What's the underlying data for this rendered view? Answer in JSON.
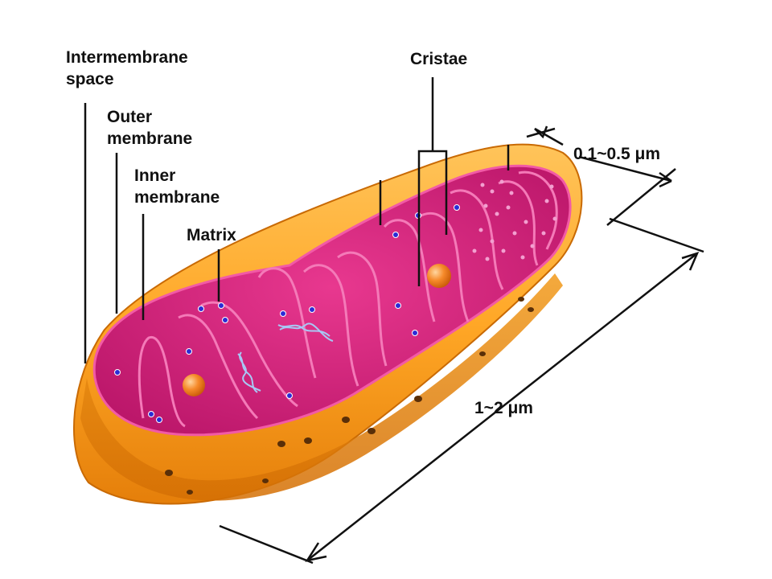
{
  "labels": {
    "intermembrane_space": [
      "Intermembrane",
      "space"
    ],
    "outer_membrane": [
      "Outer",
      "membrane"
    ],
    "inner_membrane": [
      "Inner",
      "membrane"
    ],
    "matrix": "Matrix",
    "cristae": "Cristae",
    "width": "0.1~0.5 μm",
    "length": "1~2 μm"
  },
  "colors": {
    "outer_membrane_light": "#ffb23a",
    "outer_membrane_dark": "#e07b06",
    "inner_membrane": "#d4237a",
    "inner_membrane_light": "#f25aa6",
    "matrix_particle": "#2b2bd6",
    "granule": "#f6892a",
    "dna": "#8fb8f0",
    "leader_line": "#111111"
  },
  "icons": [
    "ribosome-granule",
    "dna-strand",
    "matrix-particle"
  ]
}
